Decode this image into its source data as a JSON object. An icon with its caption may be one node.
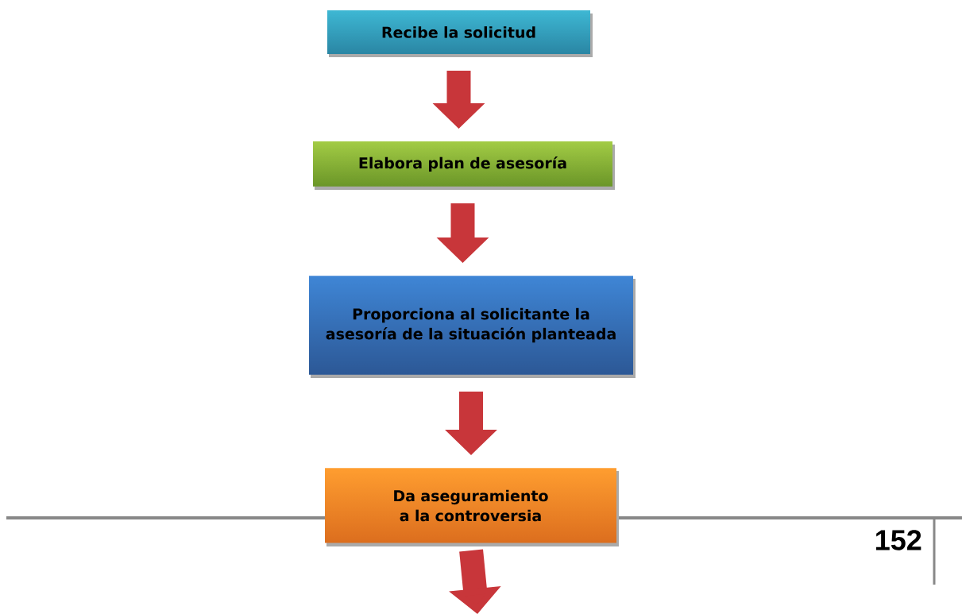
{
  "diagram": {
    "nodes": [
      {
        "text": [
          "Recibe la solicitud"
        ]
      },
      {
        "text": [
          "Elabora plan de asesoría"
        ]
      },
      {
        "text": [
          "Proporciona al solicitante la asesoría de la situación planteada"
        ]
      },
      {
        "text": [
          "Da aseguramiento a la controversia"
        ]
      }
    ],
    "edges": [
      {
        "from": 0,
        "to": 1,
        "arrow": "to"
      },
      {
        "from": 1,
        "to": 2,
        "arrow": "to"
      },
      {
        "from": 2,
        "to": 3,
        "arrow": "to"
      },
      {
        "from": 3,
        "to": null,
        "arrow": "to"
      }
    ],
    "labels": [
      "152"
    ]
  }
}
